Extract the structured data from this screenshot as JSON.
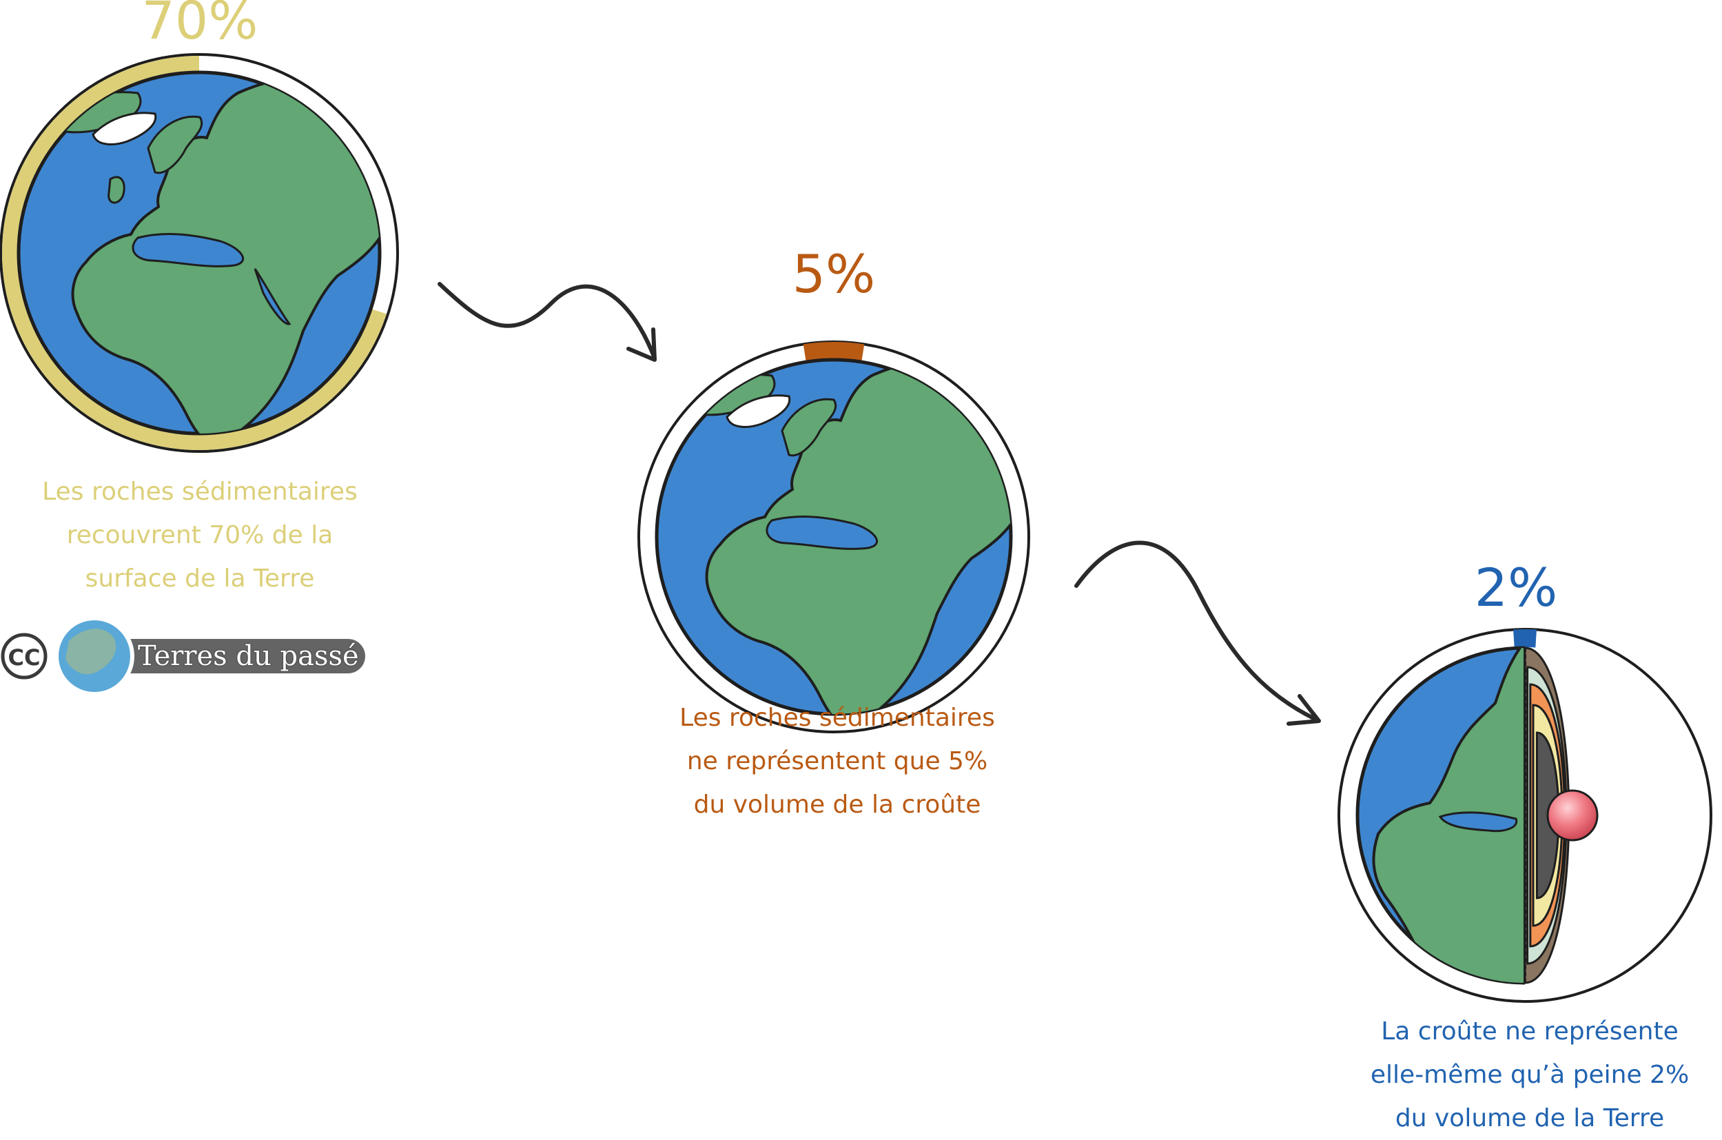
{
  "colors": {
    "ocean": "#3f86d0",
    "land": "#62a774",
    "ice": "#ffffff",
    "outline": "#1e1e1e",
    "surface_accent": "#dccf78",
    "volume_accent": "#b95a13",
    "earth_accent": "#2163b0",
    "logo_bg": "#646464"
  },
  "panels": [
    {
      "percent": "70%",
      "percent_value": 70,
      "caption_lines": [
        "Les roches sédimentaires",
        "recouvrent 70% de la",
        "surface de la Terre"
      ]
    },
    {
      "percent": "5%",
      "percent_value": 5,
      "caption_lines": [
        "Les roches sédimentaires",
        "ne représentent que 5%",
        "du volume de la croûte"
      ]
    },
    {
      "percent": "2%",
      "percent_value": 2,
      "caption_lines": [
        "La croûte ne représente",
        "elle-même qu’à peine 2%",
        "du volume de la Terre"
      ]
    }
  ],
  "earth_layers": [
    "#8a7560",
    "#cfe3d4",
    "#f29455",
    "#f3e8a2",
    "#555555",
    "#f07a85"
  ],
  "logo": {
    "license": "CC",
    "name": "Terres du passé"
  }
}
